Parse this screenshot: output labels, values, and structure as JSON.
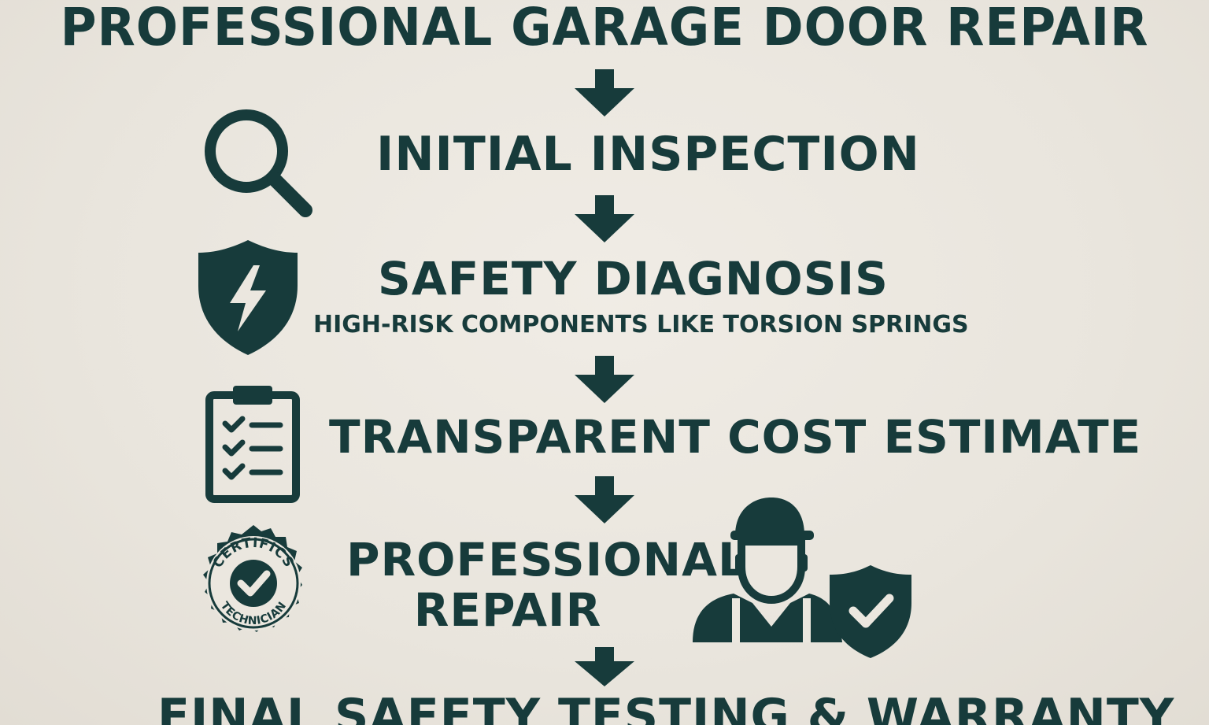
{
  "title": "PROFESSIONAL GARAGE DOOR REPAIR",
  "steps": [
    {
      "label": "INITIAL INSPECTION",
      "icon": "magnifying-glass-icon"
    },
    {
      "label": "SAFETY DIAGNOSIS",
      "sublabel": "HIGH-RISK COMPONENTS LIKE TORSION SPRINGS",
      "icon": "shield-lightning-icon"
    },
    {
      "label": "TRANSPARENT COST ESTIMATE",
      "icon": "clipboard-checklist-icon"
    },
    {
      "label_line1": "PROFESSIONAL",
      "label_line2": "REPAIR",
      "icon": "certified-badge-icon",
      "extra_icon": "technician-shield-icon"
    },
    {
      "label": "FINAL SAFETY TESTING & WARRANTY"
    }
  ],
  "badge_text": {
    "top": "CERTIFICS",
    "bottom": "TECHNICIAN"
  },
  "colors": {
    "ink": "#173b3b",
    "background": "#ebe7df"
  }
}
